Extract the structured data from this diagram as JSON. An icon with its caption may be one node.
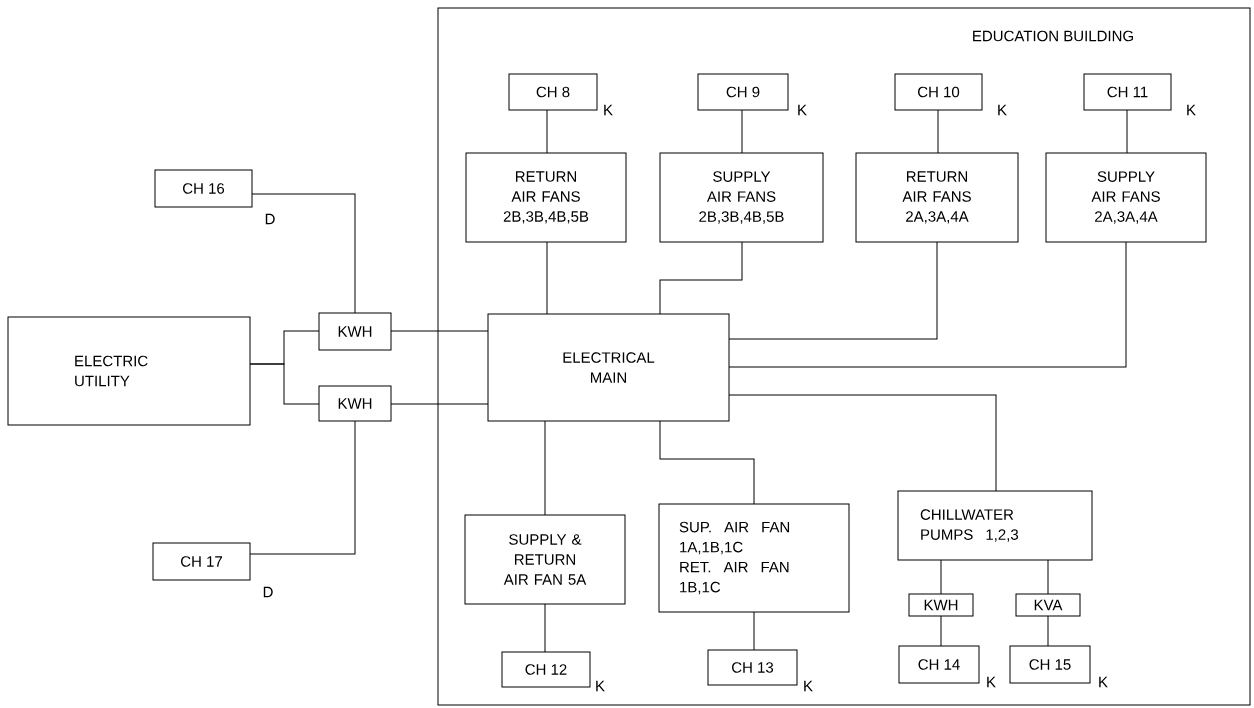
{
  "diagram": {
    "nodes": [
      {
        "text": [
          "EDUCATION BUILDING"
        ]
      },
      {
        "text": [
          "CH 16"
        ],
        "beside": [
          "D"
        ]
      },
      {
        "text": [
          "CH 8"
        ],
        "beside": [
          "K"
        ],
        "in": 0
      },
      {
        "text": [
          "CH 9"
        ],
        "beside": [
          "K"
        ],
        "in": 0
      },
      {
        "text": [
          "CH 10"
        ],
        "beside": [
          "K"
        ],
        "in": 0
      },
      {
        "text": [
          "CH 11"
        ],
        "beside": [
          "K"
        ],
        "in": 0
      },
      {
        "text": [
          "RETURN AIR FANS 2B,3B,4B,5B"
        ],
        "in": 0
      },
      {
        "text": [
          "SUPPLY AIR FANS 2B,3B,4B,5B"
        ],
        "in": 0
      },
      {
        "text": [
          "RETURN AIR FANS 2A,3A,4A"
        ],
        "in": 0
      },
      {
        "text": [
          "SUPPLY AIR FANS 2A,3A,4A"
        ],
        "in": 0
      },
      {
        "text": [
          "ELECTRIC UTILITY"
        ]
      },
      {
        "text": [
          "KWH"
        ]
      },
      {
        "text": [
          "KWH"
        ]
      },
      {
        "text": [
          "ELECTRICAL MAIN"
        ],
        "in": 0
      },
      {
        "text": [
          "CH 17"
        ],
        "beside": [
          "D"
        ]
      },
      {
        "text": [
          "SUPPLY & RETURN AIR FAN 5A"
        ],
        "in": 0
      },
      {
        "text": [
          "SUP. AIR FAN 1A,1B,1C",
          "RET. AIR FAN 1B,1C"
        ],
        "in": 0
      },
      {
        "text": [
          "CHILLWATER PUMPS 1,2,3"
        ],
        "in": 0
      },
      {
        "text": [
          "KWH"
        ],
        "in": 0
      },
      {
        "text": [
          "KVA"
        ],
        "in": 0
      },
      {
        "text": [
          "CH 12"
        ],
        "beside": [
          "K"
        ],
        "in": 0
      },
      {
        "text": [
          "CH 13"
        ],
        "beside": [
          "K"
        ],
        "in": 0
      },
      {
        "text": [
          "CH 14"
        ],
        "beside": [
          "K"
        ],
        "in": 0
      },
      {
        "text": [
          "CH 15"
        ],
        "beside": [
          "K"
        ],
        "in": 0
      }
    ],
    "edges": [
      {
        "from": 2,
        "to": 6,
        "arrow": "none"
      },
      {
        "from": 3,
        "to": 7,
        "arrow": "none"
      },
      {
        "from": 4,
        "to": 8,
        "arrow": "none"
      },
      {
        "from": 5,
        "to": 9,
        "arrow": "none"
      },
      {
        "from": 6,
        "to": 13,
        "arrow": "none"
      },
      {
        "from": 7,
        "to": 13,
        "arrow": "none"
      },
      {
        "from": 8,
        "to": 13,
        "arrow": "none"
      },
      {
        "from": 9,
        "to": 13,
        "arrow": "none"
      },
      {
        "from": 10,
        "to": 11,
        "arrow": "none"
      },
      {
        "from": 10,
        "to": 12,
        "arrow": "none"
      },
      {
        "from": 1,
        "to": 11,
        "arrow": "none"
      },
      {
        "from": 14,
        "to": 12,
        "arrow": "none"
      },
      {
        "from": 11,
        "to": 13,
        "arrow": "none"
      },
      {
        "from": 12,
        "to": 13,
        "arrow": "none"
      },
      {
        "from": 13,
        "to": 15,
        "arrow": "none"
      },
      {
        "from": 13,
        "to": 16,
        "arrow": "none"
      },
      {
        "from": 13,
        "to": 17,
        "arrow": "none"
      },
      {
        "from": 17,
        "to": 18,
        "arrow": "none"
      },
      {
        "from": 18,
        "to": 22,
        "arrow": "none"
      },
      {
        "from": 17,
        "to": 19,
        "arrow": "none"
      },
      {
        "from": 19,
        "to": 23,
        "arrow": "none"
      },
      {
        "from": 15,
        "to": 20,
        "arrow": "none"
      },
      {
        "from": 16,
        "to": 21,
        "arrow": "none"
      }
    ]
  }
}
